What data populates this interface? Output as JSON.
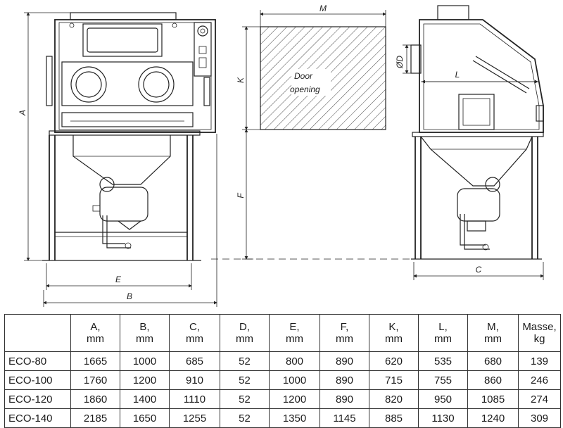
{
  "drawing": {
    "labels": {
      "a": "A",
      "b": "B",
      "c": "C",
      "d": "ØD",
      "e": "E",
      "f": "F",
      "k": "K",
      "l": "L",
      "m": "M",
      "door_line1": "Door",
      "door_line2": "opening"
    }
  },
  "table": {
    "columns": [
      {
        "name": "A,",
        "unit": "mm"
      },
      {
        "name": "B,",
        "unit": "mm"
      },
      {
        "name": "C,",
        "unit": "mm"
      },
      {
        "name": "D,",
        "unit": "mm"
      },
      {
        "name": "E,",
        "unit": "mm"
      },
      {
        "name": "F,",
        "unit": "mm"
      },
      {
        "name": "K,",
        "unit": "mm"
      },
      {
        "name": "L,",
        "unit": "mm"
      },
      {
        "name": "M,",
        "unit": "mm"
      },
      {
        "name": "Masse,",
        "unit": "kg"
      }
    ],
    "rows": [
      {
        "model": "ECO-80",
        "values": [
          "1665",
          "1000",
          "685",
          "52",
          "800",
          "890",
          "620",
          "535",
          "680",
          "139"
        ]
      },
      {
        "model": "ECO-100",
        "values": [
          "1760",
          "1200",
          "910",
          "52",
          "1000",
          "890",
          "715",
          "755",
          "860",
          "246"
        ]
      },
      {
        "model": "ECO-120",
        "values": [
          "1860",
          "1400",
          "1110",
          "52",
          "1200",
          "890",
          "820",
          "950",
          "1085",
          "274"
        ]
      },
      {
        "model": "ECO-140",
        "values": [
          "2185",
          "1650",
          "1255",
          "52",
          "1350",
          "1145",
          "885",
          "1130",
          "1240",
          "309"
        ]
      }
    ]
  }
}
